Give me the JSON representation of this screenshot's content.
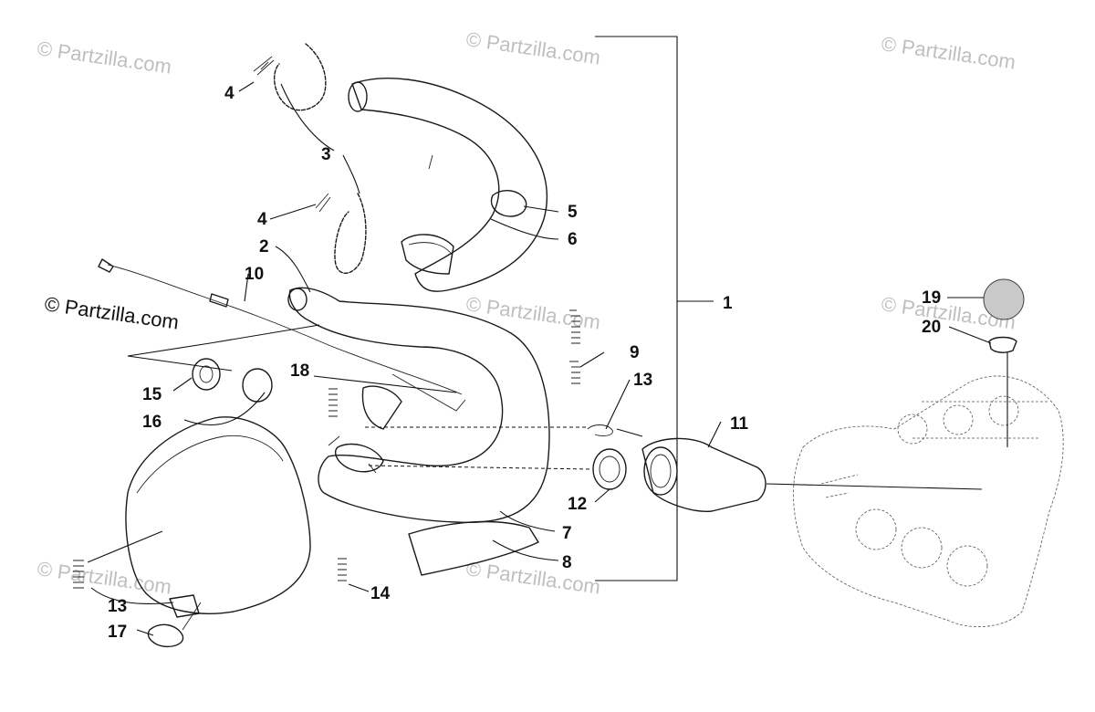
{
  "watermarks": {
    "w1": "© Partzilla.com",
    "w2": "© Partzilla.com",
    "w3": "© Partzilla.com",
    "w4": "© Partzilla.com",
    "w5": "© Partzilla.com",
    "w6": "© Partzilla.com",
    "w7": "© Partzilla.com",
    "w8": "© Partzilla.com"
  },
  "callouts": {
    "c1": "1",
    "c2": "2",
    "c3": "3",
    "c4a": "4",
    "c4b": "4",
    "c5": "5",
    "c6": "6",
    "c7": "7",
    "c8": "8",
    "c9": "9",
    "c10": "10",
    "c11": "11",
    "c12": "12",
    "c13a": "13",
    "c13b": "13",
    "c14": "14",
    "c15": "15",
    "c16": "16",
    "c17": "17",
    "c18": "18",
    "c19": "19",
    "c20": "20"
  }
}
